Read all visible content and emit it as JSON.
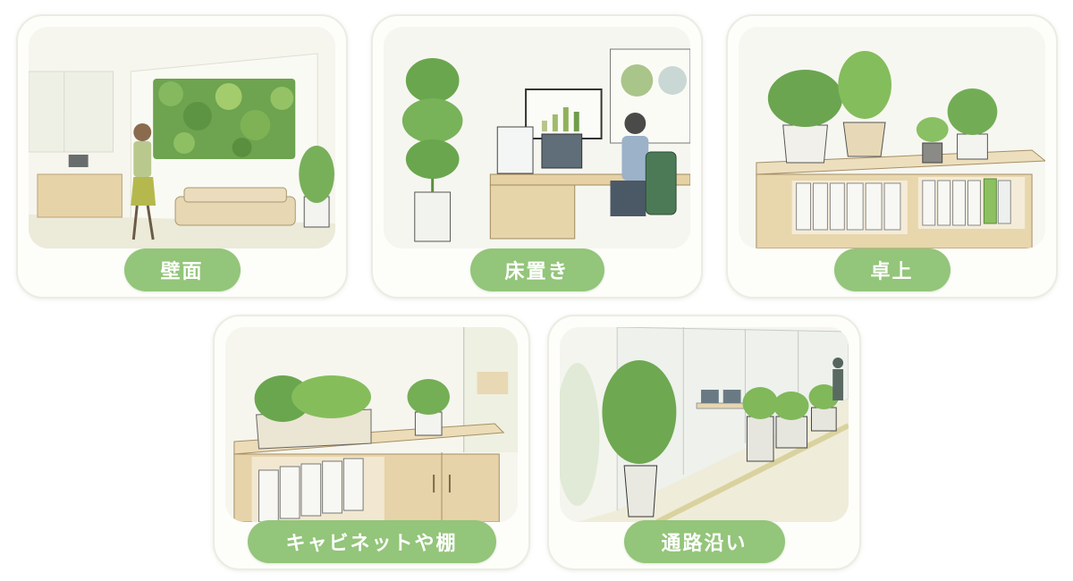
{
  "theme": {
    "pill_color": "#93c57a",
    "pill_text_color": "#ffffff",
    "card_border": "#ecece4",
    "background": "#ffffff"
  },
  "cards": [
    {
      "id": "wall",
      "label": "壁面",
      "scene": "office lobby with green living wall, reception desk, sofa, woman holding tablet, potted plant"
    },
    {
      "id": "floor",
      "label": "床置き",
      "scene": "tall potted plant on floor beside office desk with man at computer monitors and chart board"
    },
    {
      "id": "desk",
      "label": "卓上",
      "scene": "four small potted plants on top of low bookshelf with binders"
    },
    {
      "id": "cabinet",
      "label": "キャビネットや棚",
      "scene": "planter box and small pot on top of cabinet with binders and doors"
    },
    {
      "id": "aisle",
      "label": "通路沿い",
      "scene": "tall planters lined along glass-walled office corridor with person walking"
    }
  ]
}
